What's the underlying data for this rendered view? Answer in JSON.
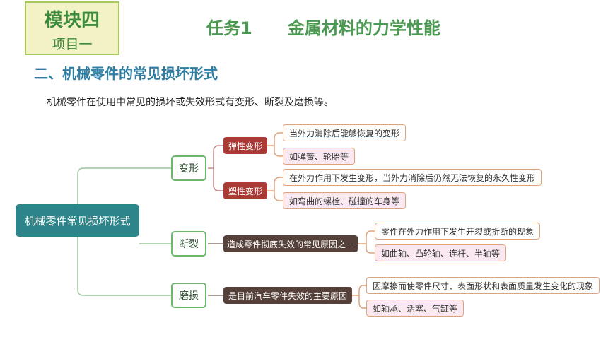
{
  "header": {
    "module": "模块四",
    "project": "项目一",
    "task": "任务1      金属材料的力学性能"
  },
  "section": {
    "heading": "二、机械零件的常见损坏形式",
    "intro": "机械零件在使用中常见的损坏或失效形式有变形、断裂及磨损等。"
  },
  "mindmap": {
    "root": "机械零件常见损坏形式",
    "deformation": {
      "label": "变形",
      "elastic": {
        "label": "弹性变形",
        "definition": "当外力消除后能够恢复的变形",
        "example": "如弹簧、轮胎等"
      },
      "plastic": {
        "label": "塑性变形",
        "definition": "在外力作用下发生变形，当外力消除后仍然无法恢复的永久性变形",
        "example": "如弯曲的螺栓、碰撞的车身等"
      }
    },
    "fracture": {
      "label": "断裂",
      "description": "造成零件彻底失效的常见原因之一",
      "definition": "零件在外力作用下发生开裂或折断的现象",
      "example": "如曲轴、凸轮轴、连杆、半轴等"
    },
    "wear": {
      "label": "磨损",
      "description": "是目前汽车零件失效的主要原因",
      "definition": "因摩擦而使零件尺寸、表面形状和表面质量发生变化的现象",
      "example": "如轴承、活塞、气缸等"
    }
  }
}
